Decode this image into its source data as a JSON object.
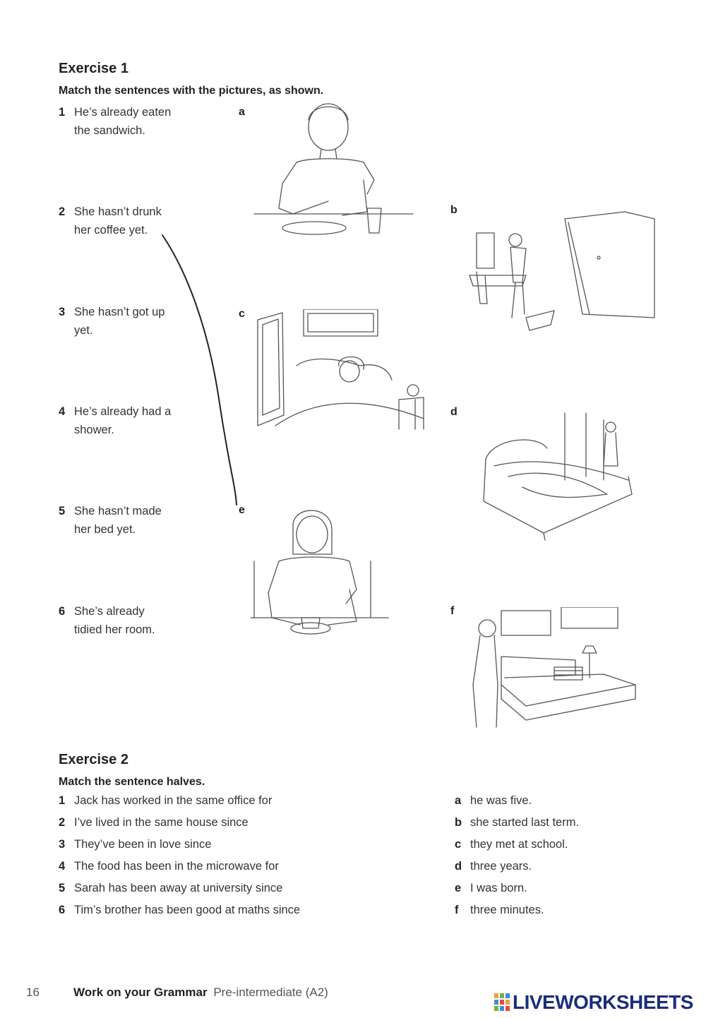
{
  "exercise1": {
    "title": "Exercise 1",
    "instruction": "Match the sentences with the pictures, as shown.",
    "sentences": [
      {
        "num": "1",
        "line1": "He’s already eaten",
        "line2": "the sandwich."
      },
      {
        "num": "2",
        "line1": "She hasn’t drunk",
        "line2": "her coffee yet."
      },
      {
        "num": "3",
        "line1": "She hasn’t got up",
        "line2": "yet."
      },
      {
        "num": "4",
        "line1": "He’s already had a",
        "line2": "shower."
      },
      {
        "num": "5",
        "line1": "She hasn’t made",
        "line2": "her bed yet."
      },
      {
        "num": "6",
        "line1": "She’s already",
        "line2": "tidied her room."
      }
    ],
    "picture_letters": [
      "a",
      "b",
      "c",
      "d",
      "e",
      "f"
    ]
  },
  "exercise2": {
    "title": "Exercise 2",
    "instruction": "Match the sentence halves.",
    "left": [
      {
        "num": "1",
        "text": "Jack has worked in the same office for"
      },
      {
        "num": "2",
        "text": "I’ve lived in the same house since"
      },
      {
        "num": "3",
        "text": "They’ve been in love since"
      },
      {
        "num": "4",
        "text": "The food has been in the microwave for"
      },
      {
        "num": "5",
        "text": "Sarah has been away at university since"
      },
      {
        "num": "6",
        "text": "Tim’s brother has been good at maths since"
      }
    ],
    "right": [
      {
        "letter": "a",
        "text": "he was five."
      },
      {
        "letter": "b",
        "text": "she started last term."
      },
      {
        "letter": "c",
        "text": "they met at school."
      },
      {
        "letter": "d",
        "text": "three years."
      },
      {
        "letter": "e",
        "text": "I was born."
      },
      {
        "letter": "f",
        "text": "three minutes."
      }
    ]
  },
  "footer": {
    "page_number": "16",
    "book_title": "Work on your Grammar",
    "level": "Pre-intermediate (A2)",
    "brand": "LIVEWORKSHEETS"
  },
  "colors": {
    "brand": "#1b2d7a",
    "text": "#333333"
  }
}
